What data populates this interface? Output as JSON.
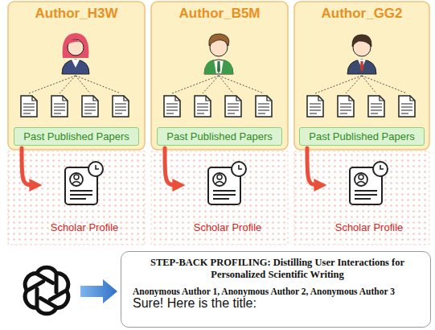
{
  "diagram": {
    "nodes": [
      {
        "text": [
          "Author_H3W"
        ]
      },
      {
        "text": [
          "Past Published Papers"
        ],
        "in": 0
      },
      {
        "text": [
          "Scholar Profile"
        ]
      },
      {
        "text": [
          "Author_B5M"
        ]
      },
      {
        "text": [
          "Past Published Papers"
        ],
        "in": 3
      },
      {
        "text": [
          "Scholar Profile"
        ]
      },
      {
        "text": [
          "Author_GG2"
        ]
      },
      {
        "text": [
          "Past Published Papers"
        ],
        "in": 6
      },
      {
        "text": [
          "Scholar Profile"
        ]
      },
      {
        "text": [
          "Sure! Here is the title:",
          "STEP-BACK PROFILING: Distilling User Interactions for Personalized Scientific Writing",
          "Anonymous Author 1, Anonymous Author 2, Anonymous Author 3"
        ]
      }
    ],
    "edges": [
      {
        "from": 1,
        "to": 2,
        "arrow": "to"
      },
      {
        "from": 4,
        "to": 5,
        "arrow": "to"
      },
      {
        "from": 7,
        "to": 8,
        "arrow": "to"
      }
    ]
  }
}
